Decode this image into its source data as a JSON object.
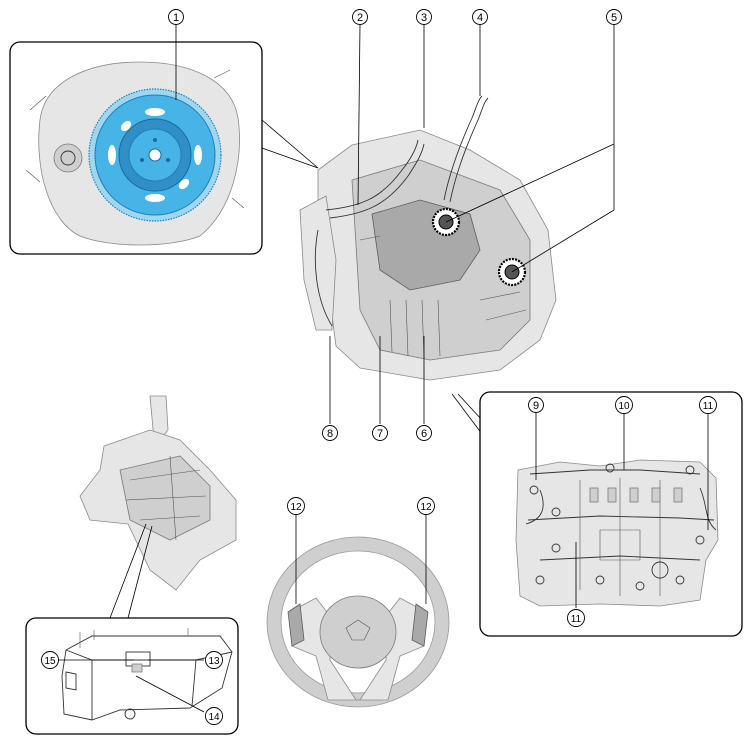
{
  "diagram": {
    "callouts": [
      {
        "id": "c1",
        "label": "1"
      },
      {
        "id": "c2",
        "label": "2"
      },
      {
        "id": "c3",
        "label": "3"
      },
      {
        "id": "c4",
        "label": "4"
      },
      {
        "id": "c5",
        "label": "5"
      },
      {
        "id": "c6",
        "label": "6"
      },
      {
        "id": "c7",
        "label": "7"
      },
      {
        "id": "c8",
        "label": "8"
      },
      {
        "id": "c9",
        "label": "9"
      },
      {
        "id": "c10",
        "label": "10"
      },
      {
        "id": "c11a",
        "label": "11"
      },
      {
        "id": "c11b",
        "label": "11"
      },
      {
        "id": "c12a",
        "label": "12"
      },
      {
        "id": "c12b",
        "label": "12"
      },
      {
        "id": "c13",
        "label": "13"
      },
      {
        "id": "c14",
        "label": "14"
      },
      {
        "id": "c15",
        "label": "15"
      }
    ],
    "colors": {
      "highlight": "#47b4e8",
      "part_gray": "#cfcfcf",
      "outline": "#000000"
    }
  }
}
